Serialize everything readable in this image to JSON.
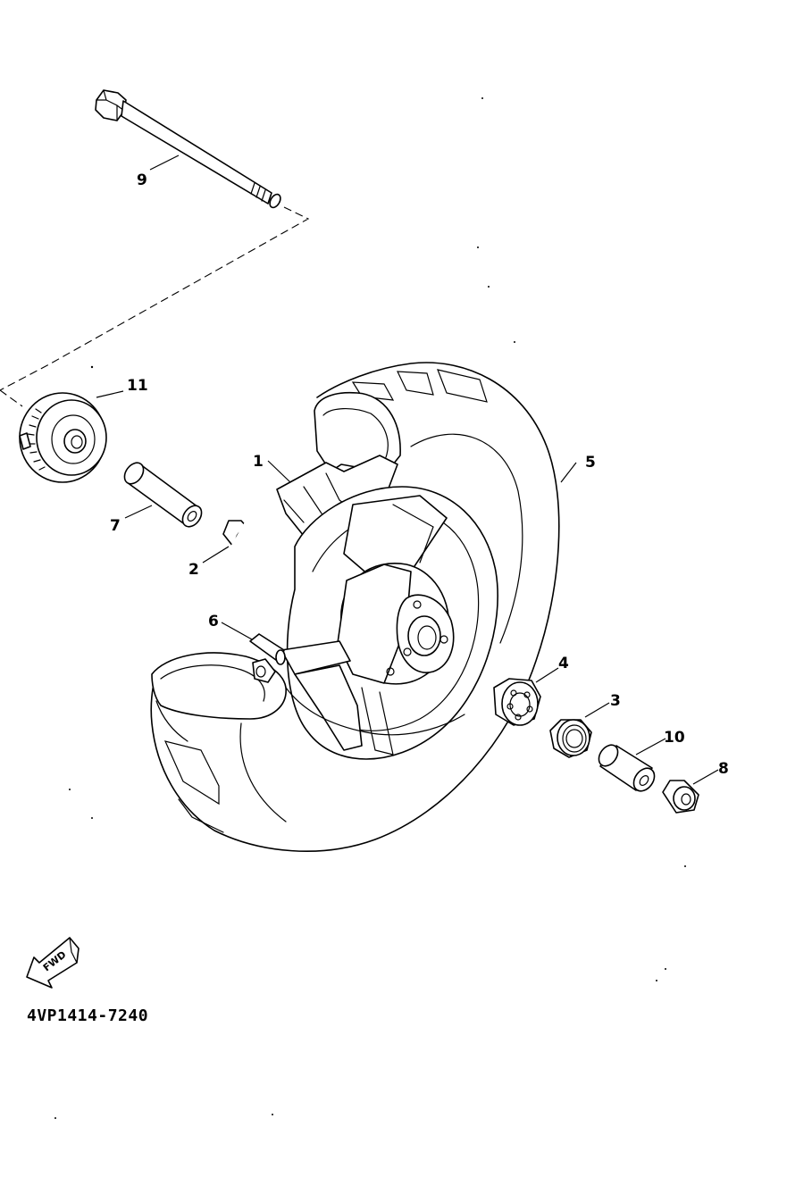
{
  "drawing_code": "4VP1414-7240",
  "fwd_label": "FWD",
  "callouts": [
    {
      "id": "1",
      "label": "1"
    },
    {
      "id": "2",
      "label": "2"
    },
    {
      "id": "3",
      "label": "3"
    },
    {
      "id": "4",
      "label": "4"
    },
    {
      "id": "5",
      "label": "5"
    },
    {
      "id": "6",
      "label": "6"
    },
    {
      "id": "7",
      "label": "7"
    },
    {
      "id": "8",
      "label": "8"
    },
    {
      "id": "9",
      "label": "9"
    },
    {
      "id": "10",
      "label": "10"
    },
    {
      "id": "11",
      "label": "11"
    }
  ]
}
